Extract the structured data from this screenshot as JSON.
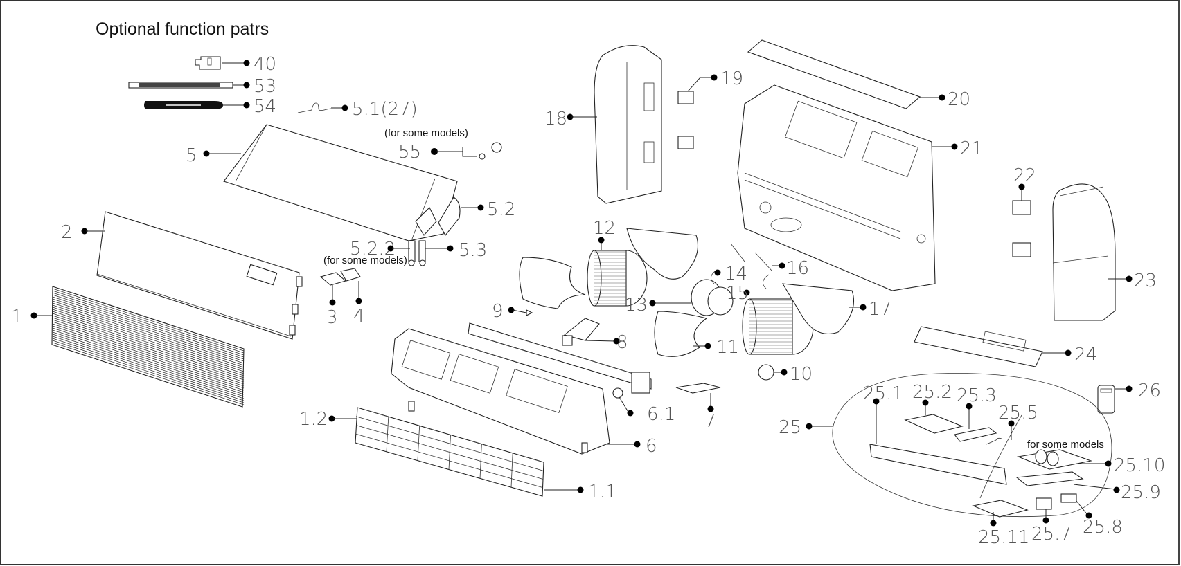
{
  "title": "Optional function patrs",
  "notes": {
    "n55": "(for some models)",
    "n522": "(for some models)",
    "n25": "for some models"
  },
  "labels": {
    "p40": "40",
    "p53": "53",
    "p54": "54",
    "p51": "5.1(27)",
    "p55": "55",
    "p5": "5",
    "p52": "5.2",
    "p522": "5.2.2",
    "p53b": "5.3",
    "p2": "2",
    "p1": "1",
    "p3": "3",
    "p4": "4",
    "p12": "12",
    "p13": "13",
    "p14": "14",
    "p15": "15",
    "p16": "16",
    "p17": "17",
    "p9": "9",
    "p8": "8",
    "p11": "11",
    "p10": "10",
    "p7": "7",
    "p61": "6.1",
    "p6": "6",
    "p12b": "1.2",
    "p11b": "1.1",
    "p18": "18",
    "p19": "19",
    "p20": "20",
    "p21": "21",
    "p22": "22",
    "p23": "23",
    "p24": "24",
    "p25": "25",
    "p26": "26",
    "p251": "25.1",
    "p252": "25.2",
    "p253": "25.3",
    "p255": "25.5",
    "p2510": "25.10",
    "p259": "25.9",
    "p258": "25.8",
    "p257": "25.7",
    "p2511": "25.11"
  }
}
